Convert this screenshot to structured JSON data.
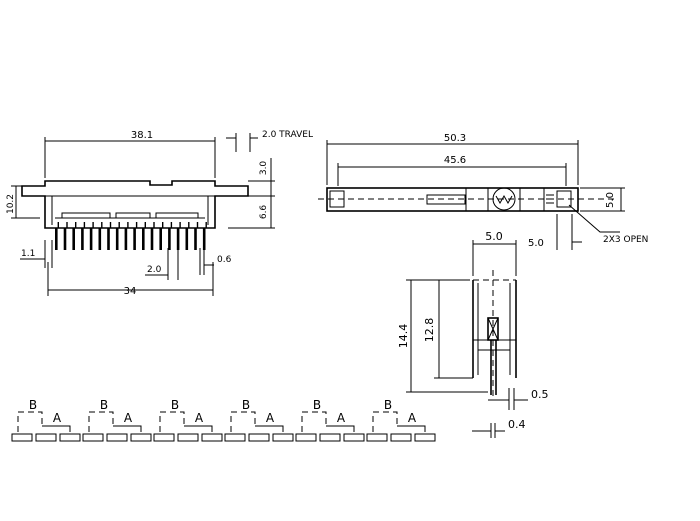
{
  "front_view": {
    "width_top": "38.1",
    "travel": "2.0  TRAVEL",
    "height_total": "10.2",
    "height_upper": "3.0",
    "height_lower": "6.6",
    "pin_offset": "1.1",
    "pitch": "2.0",
    "pin_width": "0.6",
    "width_bottom": "34"
  },
  "top_view": {
    "length_total": "50.3",
    "length_inner": "45.6",
    "height": "5.0",
    "mount_width": "5.0",
    "hole_note": "2X3  OPEN"
  },
  "side_view": {
    "width": "5.0",
    "height_total": "14.4",
    "height_body": "12.8",
    "pin_thickness": "0.5",
    "pin_width": "0.4"
  },
  "schematic": {
    "label_b": "B",
    "label_a": "A",
    "groups": 6
  }
}
